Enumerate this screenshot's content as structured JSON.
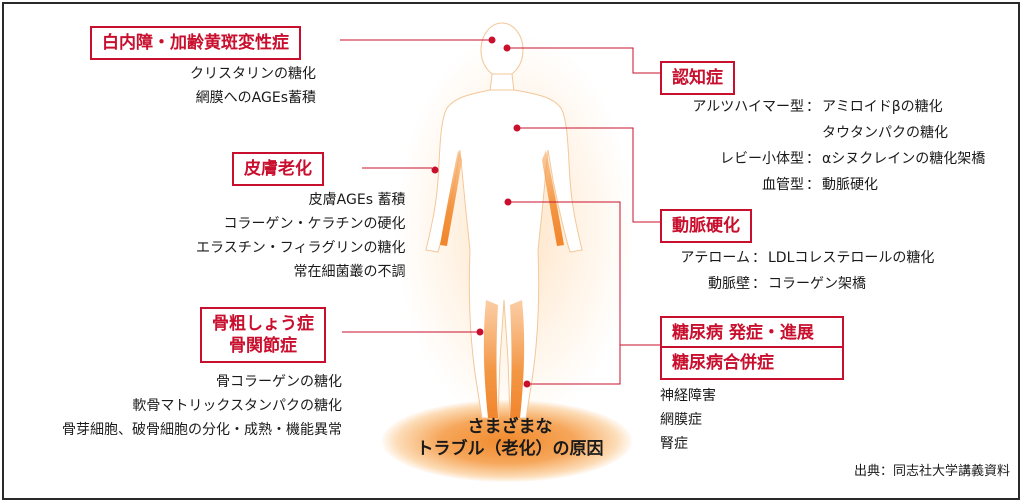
{
  "conditions": {
    "cataract_amd": {
      "label": "白内障・加齢黄斑変性症",
      "details": [
        "クリスタリンの糖化",
        "網膜へのAGEs蓄積"
      ]
    },
    "skin_aging": {
      "label": "皮膚老化",
      "details": [
        "皮膚AGEs 蓄積",
        "コラーゲン・ケラチンの硬化",
        "エラスチン・フィラグリンの糖化",
        "常在細菌叢の不調"
      ]
    },
    "osteoporosis": {
      "label_lines": [
        "骨粗しょう症",
        "骨関節症"
      ],
      "details": [
        "骨コラーゲンの糖化",
        "軟骨マトリックスタンパクの糖化",
        "骨芽細胞、破骨細胞の分化・成熟・機能異常"
      ]
    },
    "dementia": {
      "label": "認知症",
      "rows": [
        {
          "key": "アルツハイマー型",
          "sep": "：",
          "value": "アミロイドβの糖化"
        },
        {
          "key": "",
          "sep": "",
          "value": "タウタンパクの糖化"
        },
        {
          "key": "レビー小体型",
          "sep": "：",
          "value": "αシヌクレインの糖化架橋"
        },
        {
          "key": "血管型",
          "sep": "：",
          "value": "動脈硬化"
        }
      ]
    },
    "atherosclerosis": {
      "label": "動脈硬化",
      "rows": [
        {
          "key": "アテローム",
          "sep": "：",
          "value": "LDLコレステロールの糖化"
        },
        {
          "key": "動脈壁",
          "sep": "：",
          "value": "コラーゲン架橋"
        }
      ]
    },
    "diabetes": {
      "label_lines": [
        "糖尿病 発症・進展",
        "糖尿病合併症"
      ],
      "details": [
        "神経障害",
        "網膜症",
        "腎症"
      ]
    }
  },
  "center_caption": [
    "さまざまな",
    "トラブル（老化）の原因"
  ],
  "source": "出典：同志社大学講義資料",
  "colors": {
    "accent_red": "#c8102e",
    "body_fill": "#ffffff",
    "body_glow": "#f6a65a",
    "base_glow": "#f08a2c"
  }
}
